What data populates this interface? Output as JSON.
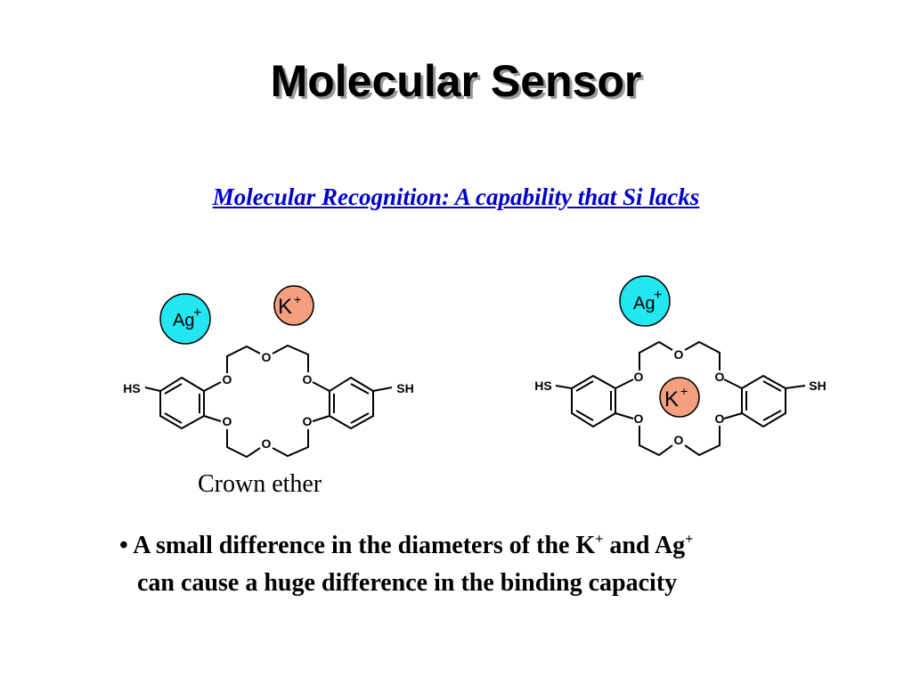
{
  "slide": {
    "title": "Molecular Sensor",
    "subtitle": "Molecular Recognition: A capability that Si lacks",
    "caption": "Crown ether",
    "bullet": {
      "marker": "•",
      "part1": "A small difference in the diameters of the K",
      "sup1": "+",
      "part2": " and Ag",
      "sup2": "+",
      "line2": "can cause a huge difference in the binding capacity"
    }
  },
  "molecules": {
    "oxygen": "O",
    "hs": "HS",
    "sh": "SH"
  },
  "ions": {
    "k_symbol": "K",
    "ag_symbol": "Ag",
    "charge": "+"
  },
  "colors": {
    "k_ion_fill": "#f4a07e",
    "ag_ion_fill": "#22e6f0",
    "subtitle": "#0000cc"
  }
}
